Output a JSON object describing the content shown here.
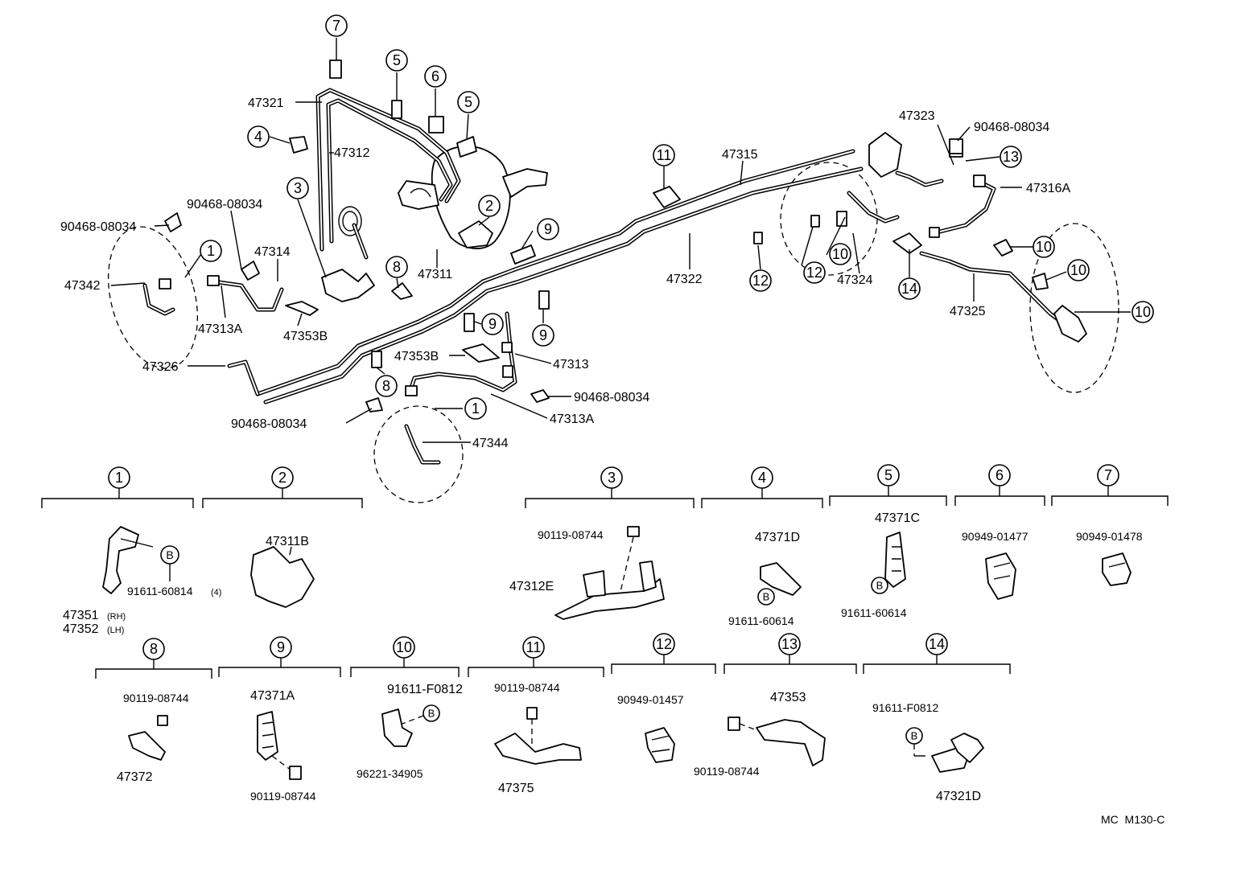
{
  "diagram": {
    "code": "MC  M130-C",
    "top_labels": {
      "l47321": "47321",
      "l47312": "47312",
      "l47315": "47315",
      "l47323": "47323",
      "l90468a": "90468-08034",
      "l47316a": "47316A",
      "l90468b": "90468-08034",
      "l90468c": "90468-08034",
      "l47314": "47314",
      "l47342": "47342",
      "l47311": "47311",
      "l47322": "47322",
      "l47324": "47324",
      "l47313a_l": "47313A",
      "l47353b_l": "47353B",
      "l47325": "47325",
      "l47326": "47326",
      "l47353b_c": "47353B",
      "l47313": "47313",
      "l90468d": "90468-08034",
      "l90468e": "90468-08034",
      "l47313a_c": "47313A",
      "l47344": "47344"
    },
    "callouts": {
      "c7": "7",
      "c5a": "5",
      "c6": "6",
      "c5b": "5",
      "c4": "4",
      "c11": "11",
      "c13": "13",
      "c3": "3",
      "c2": "2",
      "c9a": "9",
      "c1a": "1",
      "c8a": "8",
      "c12a": "12",
      "c10a": "10",
      "c10b": "10",
      "c12b": "12",
      "c10c": "10",
      "c14": "14",
      "c10d": "10",
      "c9b": "9",
      "c9c": "9",
      "c8b": "8",
      "c1b": "1"
    },
    "groups": [
      {
        "num": "1",
        "parts": [
          "91611-60814",
          "(4)",
          "47351",
          "(RH)",
          "47352",
          "(LH)"
        ],
        "bolt": "B"
      },
      {
        "num": "2",
        "parts": [
          "47311B"
        ]
      },
      {
        "num": "3",
        "parts": [
          "90119-08744",
          "47312E"
        ]
      },
      {
        "num": "4",
        "parts": [
          "47371D",
          "91611-60614"
        ],
        "bolt": "B"
      },
      {
        "num": "5",
        "parts": [
          "47371C",
          "91611-60614"
        ],
        "bolt": "B"
      },
      {
        "num": "6",
        "parts": [
          "90949-01477"
        ]
      },
      {
        "num": "7",
        "parts": [
          "90949-01478"
        ]
      },
      {
        "num": "8",
        "parts": [
          "90119-08744",
          "47372"
        ]
      },
      {
        "num": "9",
        "parts": [
          "47371A",
          "90119-08744"
        ]
      },
      {
        "num": "10",
        "parts": [
          "91611-F0812",
          "96221-34905"
        ],
        "bolt": "B"
      },
      {
        "num": "11",
        "parts": [
          "90119-08744",
          "47375"
        ]
      },
      {
        "num": "12",
        "parts": [
          "90949-01457"
        ]
      },
      {
        "num": "13",
        "parts": [
          "47353",
          "90119-08744"
        ]
      },
      {
        "num": "14",
        "parts": [
          "91611-F0812",
          "47321D"
        ],
        "bolt": "B"
      }
    ]
  }
}
